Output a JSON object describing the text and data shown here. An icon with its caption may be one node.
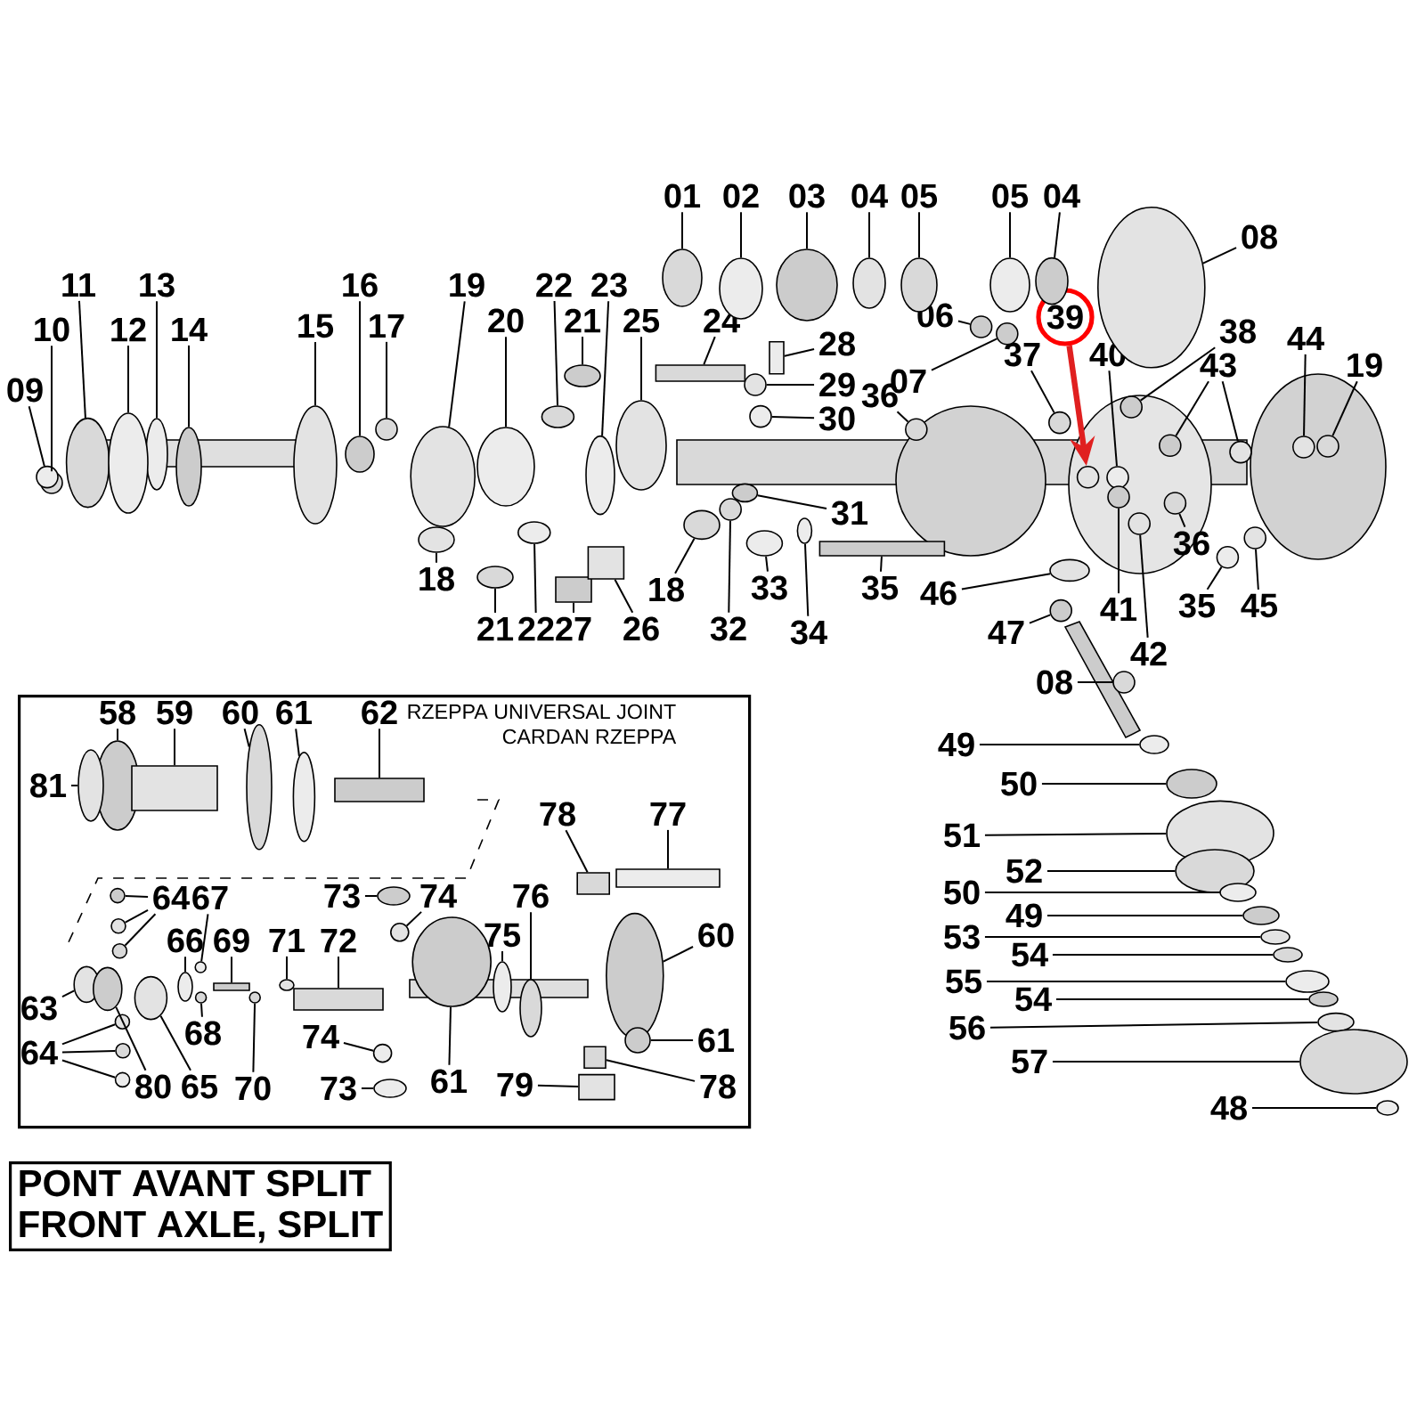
{
  "diagram": {
    "nodes": [
      {
        "text": [
          "01"
        ]
      },
      {
        "text": [
          "02"
        ]
      },
      {
        "text": [
          "03"
        ]
      },
      {
        "text": [
          "04"
        ]
      },
      {
        "text": [
          "05"
        ]
      },
      {
        "text": [
          "05"
        ]
      },
      {
        "text": [
          "04"
        ]
      },
      {
        "text": [
          "08"
        ]
      },
      {
        "text": [
          "11"
        ]
      },
      {
        "text": [
          "13"
        ]
      },
      {
        "text": [
          "16"
        ]
      },
      {
        "text": [
          "19"
        ]
      },
      {
        "text": [
          "22"
        ]
      },
      {
        "text": [
          "23"
        ]
      },
      {
        "text": [
          "06"
        ]
      },
      {
        "text": [
          "39"
        ]
      },
      {
        "text": [
          "10"
        ]
      },
      {
        "text": [
          "12"
        ]
      },
      {
        "text": [
          "14"
        ]
      },
      {
        "text": [
          "15"
        ]
      },
      {
        "text": [
          "17"
        ]
      },
      {
        "text": [
          "20"
        ]
      },
      {
        "text": [
          "21"
        ]
      },
      {
        "text": [
          "25"
        ]
      },
      {
        "text": [
          "24"
        ]
      },
      {
        "text": [
          "28"
        ]
      },
      {
        "text": [
          "38"
        ]
      },
      {
        "text": [
          "44"
        ]
      },
      {
        "text": [
          "37"
        ]
      },
      {
        "text": [
          "40"
        ]
      },
      {
        "text": [
          "43"
        ]
      },
      {
        "text": [
          "19"
        ]
      },
      {
        "text": [
          "09"
        ]
      },
      {
        "text": [
          "07"
        ]
      },
      {
        "text": [
          "29"
        ]
      },
      {
        "text": [
          "36"
        ]
      },
      {
        "text": [
          "30"
        ]
      },
      {
        "text": [
          "31"
        ]
      },
      {
        "text": [
          "18"
        ]
      },
      {
        "text": [
          "18"
        ]
      },
      {
        "text": [
          "33"
        ]
      },
      {
        "text": [
          "35"
        ]
      },
      {
        "text": [
          "46"
        ]
      },
      {
        "text": [
          "36"
        ]
      },
      {
        "text": [
          "35"
        ]
      },
      {
        "text": [
          "41"
        ]
      },
      {
        "text": [
          "45"
        ]
      },
      {
        "text": [
          "21"
        ]
      },
      {
        "text": [
          "22"
        ]
      },
      {
        "text": [
          "27"
        ]
      },
      {
        "text": [
          "26"
        ]
      },
      {
        "text": [
          "32"
        ]
      },
      {
        "text": [
          "34"
        ]
      },
      {
        "text": [
          "47"
        ]
      },
      {
        "text": [
          "42"
        ]
      },
      {
        "text": [
          "08"
        ]
      },
      {
        "text": [
          "49"
        ]
      },
      {
        "text": [
          "50"
        ]
      },
      {
        "text": [
          "51"
        ]
      },
      {
        "text": [
          "52"
        ]
      },
      {
        "text": [
          "50"
        ]
      },
      {
        "text": [
          "49"
        ]
      },
      {
        "text": [
          "53"
        ]
      },
      {
        "text": [
          "54"
        ]
      },
      {
        "text": [
          "55"
        ]
      },
      {
        "text": [
          "54"
        ]
      },
      {
        "text": [
          "56"
        ]
      },
      {
        "text": [
          "57"
        ]
      },
      {
        "text": [
          "48"
        ]
      },
      {
        "text": [
          "RZEPPA UNIVERSAL JOINT",
          "CARDAN RZEPPA"
        ]
      },
      {
        "text": [
          "58"
        ],
        "in": 69
      },
      {
        "text": [
          "59"
        ],
        "in": 69
      },
      {
        "text": [
          "60"
        ],
        "in": 69
      },
      {
        "text": [
          "61"
        ],
        "in": 69
      },
      {
        "text": [
          "62"
        ],
        "in": 69
      },
      {
        "text": [
          "81"
        ],
        "in": 69
      },
      {
        "text": [
          "78"
        ],
        "in": 69
      },
      {
        "text": [
          "77"
        ],
        "in": 69
      },
      {
        "text": [
          "64"
        ],
        "in": 69
      },
      {
        "text": [
          "67"
        ],
        "in": 69
      },
      {
        "text": [
          "73"
        ],
        "in": 69
      },
      {
        "text": [
          "74"
        ],
        "in": 69
      },
      {
        "text": [
          "76"
        ],
        "in": 69
      },
      {
        "text": [
          "66"
        ],
        "in": 69
      },
      {
        "text": [
          "69"
        ],
        "in": 69
      },
      {
        "text": [
          "71"
        ],
        "in": 69
      },
      {
        "text": [
          "72"
        ],
        "in": 69
      },
      {
        "text": [
          "75"
        ],
        "in": 69
      },
      {
        "text": [
          "60"
        ],
        "in": 69
      },
      {
        "text": [
          "63"
        ],
        "in": 69
      },
      {
        "text": [
          "68"
        ],
        "in": 69
      },
      {
        "text": [
          "74"
        ],
        "in": 69
      },
      {
        "text": [
          "61"
        ],
        "in": 69
      },
      {
        "text": [
          "64"
        ],
        "in": 69
      },
      {
        "text": [
          "80"
        ],
        "in": 69
      },
      {
        "text": [
          "65"
        ],
        "in": 69
      },
      {
        "text": [
          "70"
        ],
        "in": 69
      },
      {
        "text": [
          "73"
        ],
        "in": 69
      },
      {
        "text": [
          "61"
        ],
        "in": 69
      },
      {
        "text": [
          "79"
        ],
        "in": 69
      },
      {
        "text": [
          "78"
        ],
        "in": 69
      },
      {
        "text": [
          "PONT AVANT SPLIT",
          "FRONT AXLE, SPLIT"
        ]
      },
      {
        "text": [],
        "shape": "ellipse"
      },
      {
        "text": [],
        "shape": "ellipse"
      },
      {
        "text": [],
        "shape": "ellipse"
      },
      {
        "text": [],
        "shape": "ellipse"
      },
      {
        "text": [],
        "shape": "ellipse"
      },
      {
        "text": [],
        "shape": "ellipse"
      },
      {
        "text": [],
        "shape": "ellipse"
      },
      {
        "text": [],
        "shape": "ellipse"
      },
      {
        "text": [],
        "shape": "ellipse"
      },
      {
        "text": [],
        "shape": "ellipse"
      },
      {
        "text": [],
        "shape": "ellipse"
      },
      {
        "text": [],
        "shape": "ellipse"
      },
      {
        "text": [],
        "shape": "ellipse"
      },
      {
        "text": [],
        "shape": "ellipse"
      },
      {
        "text": [],
        "shape": "ellipse"
      },
      {
        "text": [],
        "shape": "ellipse"
      },
      {
        "text": [],
        "shape": "ellipse"
      },
      {
        "text": [],
        "shape": "ellipse"
      },
      {
        "text": [],
        "shape": "ellipse"
      },
      {
        "text": [],
        "shape": "ellipse"
      },
      {
        "text": [],
        "shape": "ellipse"
      },
      {
        "text": [],
        "shape": "ellipse"
      },
      {
        "text": [],
        "shape": "ellipse"
      },
      {
        "text": [],
        "shape": "ellipse"
      },
      {
        "text": [],
        "shape": "box"
      },
      {
        "text": [],
        "shape": "box"
      },
      {
        "text": [],
        "shape": "ellipse"
      },
      {
        "text": [],
        "shape": "ellipse"
      },
      {
        "text": [],
        "shape": "ellipse"
      },
      {
        "text": [],
        "shape": "ellipse"
      },
      {
        "text": [],
        "shape": "ellipse"
      },
      {
        "text": [],
        "shape": "ellipse"
      },
      {
        "text": [],
        "shape": "ellipse"
      },
      {
        "text": [],
        "shape": "ellipse"
      },
      {
        "text": [],
        "shape": "ellipse"
      },
      {
        "text": [],
        "shape": "ellipse"
      },
      {
        "text": [],
        "shape": "ellipse"
      },
      {
        "text": [],
        "shape": "ellipse"
      },
      {
        "text": [],
        "shape": "ellipse"
      },
      {
        "text": [],
        "shape": "ellipse"
      },
      {
        "text": [],
        "shape": "ellipse"
      },
      {
        "text": [],
        "shape": "ellipse"
      },
      {
        "text": [],
        "shape": "box"
      },
      {
        "text": [],
        "shape": "ellipse"
      },
      {
        "text": [],
        "shape": "ellipse"
      },
      {
        "text": [],
        "shape": "ellipse"
      },
      {
        "text": [],
        "shape": "ellipse"
      },
      {
        "text": [],
        "shape": "ellipse"
      },
      {
        "text": [],
        "shape": "ellipse"
      },
      {
        "text": [],
        "shape": "ellipse"
      },
      {
        "text": [],
        "shape": "box"
      },
      {
        "text": [],
        "shape": "box"
      },
      {
        "text": [],
        "shape": "ellipse"
      },
      {
        "text": [],
        "shape": "ellipse"
      },
      {
        "text": [],
        "shape": "ellipse"
      },
      {
        "text": [],
        "shape": "ellipse"
      },
      {
        "text": [],
        "shape": "ellipse"
      },
      {
        "text": [],
        "shape": "ellipse"
      },
      {
        "text": [],
        "shape": "ellipse"
      },
      {
        "text": [],
        "shape": "ellipse"
      },
      {
        "text": [],
        "shape": "ellipse"
      },
      {
        "text": [],
        "shape": "ellipse"
      },
      {
        "text": [],
        "shape": "ellipse"
      },
      {
        "text": [],
        "shape": "ellipse"
      },
      {
        "text": [],
        "shape": "ellipse"
      },
      {
        "text": [],
        "shape": "ellipse"
      },
      {
        "text": [],
        "shape": "ellipse"
      },
      {
        "text": [],
        "shape": "ellipse"
      },
      {
        "text": [],
        "shape": "ellipse"
      },
      {
        "text": [],
        "shape": "ellipse"
      },
      {
        "text": [],
        "shape": "ellipse",
        "in": 69
      },
      {
        "text": [],
        "shape": "box",
        "in": 69
      },
      {
        "text": [],
        "shape": "ellipse",
        "in": 69
      },
      {
        "text": [],
        "shape": "ellipse",
        "in": 69
      },
      {
        "text": [],
        "shape": "box",
        "in": 69
      },
      {
        "text": [],
        "shape": "ellipse",
        "in": 69
      },
      {
        "text": [],
        "shape": "box",
        "in": 69
      },
      {
        "text": [],
        "shape": "box",
        "in": 69
      },
      {
        "text": [],
        "shape": "ellipse",
        "in": 69
      },
      {
        "text": [],
        "shape": "ellipse",
        "in": 69
      },
      {
        "text": [],
        "shape": "ellipse",
        "in": 69
      },
      {
        "text": [],
        "shape": "ellipse",
        "in": 69
      },
      {
        "text": [],
        "shape": "ellipse",
        "in": 69
      },
      {
        "text": [],
        "shape": "ellipse",
        "in": 69
      },
      {
        "text": [],
        "shape": "ellipse",
        "in": 69
      },
      {
        "text": [],
        "shape": "ellipse",
        "in": 69
      },
      {
        "text": [],
        "shape": "box",
        "in": 69
      },
      {
        "text": [],
        "shape": "ellipse",
        "in": 69
      },
      {
        "text": [],
        "shape": "box",
        "in": 69
      },
      {
        "text": [],
        "shape": "ellipse",
        "in": 69
      },
      {
        "text": [],
        "shape": "ellipse",
        "in": 69
      },
      {
        "text": [],
        "shape": "ellipse",
        "in": 69
      },
      {
        "text": [],
        "shape": "ellipse",
        "in": 69
      },
      {
        "text": [],
        "shape": "ellipse",
        "in": 69
      },
      {
        "text": [],
        "shape": "ellipse",
        "in": 69
      },
      {
        "text": [],
        "shape": "ellipse",
        "in": 69
      },
      {
        "text": [],
        "shape": "ellipse",
        "in": 69
      },
      {
        "text": [],
        "shape": "ellipse",
        "in": 69
      },
      {
        "text": [],
        "shape": "ellipse",
        "in": 69
      },
      {
        "text": [],
        "shape": "ellipse",
        "in": 69
      },
      {
        "text": [],
        "shape": "ellipse",
        "in": 69
      },
      {
        "text": [],
        "shape": "ellipse",
        "in": 69
      },
      {
        "text": [],
        "shape": "ellipse",
        "in": 69
      },
      {
        "text": [],
        "shape": "box",
        "in": 69
      },
      {
        "text": [],
        "shape": "box",
        "in": 69
      }
    ],
    "edges": [
      {
        "from": 0,
        "to": 102,
        "arrow": "none"
      },
      {
        "from": 1,
        "to": 103,
        "arrow": "none"
      },
      {
        "from": 2,
        "to": 104,
        "arrow": "none"
      },
      {
        "from": 3,
        "to": 105,
        "arrow": "none"
      },
      {
        "from": 4,
        "to": 106,
        "arrow": "none"
      },
      {
        "from": 5,
        "to": 107,
        "arrow": "none"
      },
      {
        "from": 6,
        "to": 108,
        "arrow": "none"
      },
      {
        "from": 7,
        "to": 109,
        "arrow": "none"
      },
      {
        "from": 8,
        "to": 110,
        "arrow": "none"
      },
      {
        "from": 9,
        "to": 111,
        "arrow": "none"
      },
      {
        "from": 10,
        "to": 112,
        "arrow": "none"
      },
      {
        "from": 11,
        "to": 113,
        "arrow": "none"
      },
      {
        "from": 12,
        "to": 114,
        "arrow": "none"
      },
      {
        "from": 13,
        "to": 115,
        "arrow": "none"
      },
      {
        "from": 14,
        "to": 116,
        "arrow": "none"
      },
      {
        "from": 15,
        "to": 117,
        "arrow": "to",
        "style": "thick",
        "color": "#e02020"
      },
      {
        "from": 16,
        "to": 118,
        "arrow": "none"
      },
      {
        "from": 17,
        "to": 119,
        "arrow": "none"
      },
      {
        "from": 18,
        "to": 120,
        "arrow": "none"
      },
      {
        "from": 19,
        "to": 121,
        "arrow": "none"
      },
      {
        "from": 20,
        "to": 122,
        "arrow": "none"
      },
      {
        "from": 21,
        "to": 123,
        "arrow": "none"
      },
      {
        "from": 22,
        "to": 124,
        "arrow": "none"
      },
      {
        "from": 23,
        "to": 125,
        "arrow": "none"
      },
      {
        "from": 24,
        "to": 126,
        "arrow": "none"
      },
      {
        "from": 25,
        "to": 127,
        "arrow": "none"
      },
      {
        "from": 26,
        "to": 128,
        "arrow": "none"
      },
      {
        "from": 27,
        "to": 129,
        "arrow": "none"
      },
      {
        "from": 28,
        "to": 130,
        "arrow": "none"
      },
      {
        "from": 29,
        "to": 131,
        "arrow": "none"
      },
      {
        "from": 30,
        "to": 132,
        "arrow": "none"
      },
      {
        "from": 30,
        "to": 133,
        "arrow": "none"
      },
      {
        "from": 31,
        "to": 134,
        "arrow": "none"
      },
      {
        "from": 32,
        "to": 135,
        "arrow": "none"
      },
      {
        "from": 33,
        "to": 136,
        "arrow": "none"
      },
      {
        "from": 34,
        "to": 137,
        "arrow": "none"
      },
      {
        "from": 35,
        "to": 138,
        "arrow": "none"
      },
      {
        "from": 36,
        "to": 139,
        "arrow": "none"
      },
      {
        "from": 37,
        "to": 140,
        "arrow": "none"
      },
      {
        "from": 38,
        "to": 141,
        "arrow": "none"
      },
      {
        "from": 39,
        "to": 142,
        "arrow": "none"
      },
      {
        "from": 40,
        "to": 143,
        "arrow": "none"
      },
      {
        "from": 41,
        "to": 144,
        "arrow": "none"
      },
      {
        "from": 42,
        "to": 145,
        "arrow": "none"
      },
      {
        "from": 43,
        "to": 146,
        "arrow": "none"
      },
      {
        "from": 44,
        "to": 147,
        "arrow": "none"
      },
      {
        "from": 45,
        "to": 148,
        "arrow": "none"
      },
      {
        "from": 46,
        "to": 149,
        "arrow": "none"
      },
      {
        "from": 47,
        "to": 150,
        "arrow": "none"
      },
      {
        "from": 48,
        "to": 151,
        "arrow": "none"
      },
      {
        "from": 49,
        "to": 152,
        "arrow": "none"
      },
      {
        "from": 50,
        "to": 153,
        "arrow": "none"
      },
      {
        "from": 51,
        "to": 154,
        "arrow": "none"
      },
      {
        "from": 52,
        "to": 155,
        "arrow": "none"
      },
      {
        "from": 53,
        "to": 156,
        "arrow": "none"
      },
      {
        "from": 54,
        "to": 157,
        "arrow": "none"
      },
      {
        "from": 55,
        "to": 158,
        "arrow": "none"
      },
      {
        "from": 56,
        "to": 159,
        "arrow": "none"
      },
      {
        "from": 57,
        "to": 160,
        "arrow": "none"
      },
      {
        "from": 58,
        "to": 161,
        "arrow": "none"
      },
      {
        "from": 59,
        "to": 162,
        "arrow": "none"
      },
      {
        "from": 60,
        "to": 163,
        "arrow": "none"
      },
      {
        "from": 61,
        "to": 164,
        "arrow": "none"
      },
      {
        "from": 62,
        "to": 165,
        "arrow": "none"
      },
      {
        "from": 63,
        "to": 166,
        "arrow": "none"
      },
      {
        "from": 64,
        "to": 167,
        "arrow": "none"
      },
      {
        "from": 65,
        "to": 168,
        "arrow": "none"
      },
      {
        "from": 66,
        "to": 169,
        "arrow": "none"
      },
      {
        "from": 67,
        "to": 170,
        "arrow": "none"
      },
      {
        "from": 68,
        "to": 171,
        "arrow": "none"
      },
      {
        "from": 70,
        "to": 172,
        "arrow": "none"
      },
      {
        "from": 71,
        "to": 173,
        "arrow": "none"
      },
      {
        "from": 72,
        "to": 174,
        "arrow": "none"
      },
      {
        "from": 73,
        "to": 175,
        "arrow": "none"
      },
      {
        "from": 74,
        "to": 176,
        "arrow": "none"
      },
      {
        "from": 75,
        "to": 177,
        "arrow": "none"
      },
      {
        "from": 76,
        "to": 178,
        "arrow": "none"
      },
      {
        "from": 77,
        "to": 179,
        "arrow": "none"
      },
      {
        "from": 78,
        "to": 180,
        "arrow": "none"
      },
      {
        "from": 78,
        "to": 181,
        "arrow": "none"
      },
      {
        "from": 78,
        "to": 182,
        "arrow": "none"
      },
      {
        "from": 79,
        "to": 183,
        "arrow": "none"
      },
      {
        "from": 80,
        "to": 184,
        "arrow": "none"
      },
      {
        "from": 81,
        "to": 185,
        "arrow": "none"
      },
      {
        "from": 82,
        "to": 186,
        "arrow": "none"
      },
      {
        "from": 83,
        "to": 187,
        "arrow": "none"
      },
      {
        "from": 84,
        "to": 188,
        "arrow": "none"
      },
      {
        "from": 85,
        "to": 189,
        "arrow": "none"
      },
      {
        "from": 86,
        "to": 190,
        "arrow": "none"
      },
      {
        "from": 87,
        "to": 191,
        "arrow": "none"
      },
      {
        "from": 88,
        "to": 192,
        "arrow": "none"
      },
      {
        "from": 89,
        "to": 193,
        "arrow": "none"
      },
      {
        "from": 90,
        "to": 194,
        "arrow": "none"
      },
      {
        "from": 91,
        "to": 195,
        "arrow": "none"
      },
      {
        "from": 92,
        "to": 196,
        "arrow": "none"
      },
      {
        "from": 93,
        "to": 197,
        "arrow": "none"
      },
      {
        "from": 93,
        "to": 198,
        "arrow": "none"
      },
      {
        "from": 93,
        "to": 199,
        "arrow": "none"
      },
      {
        "from": 94,
        "to": 200,
        "arrow": "none"
      },
      {
        "from": 95,
        "to": 201,
        "arrow": "none"
      },
      {
        "from": 96,
        "to": 202,
        "arrow": "none"
      },
      {
        "from": 97,
        "to": 203,
        "arrow": "none"
      },
      {
        "from": 98,
        "to": 204,
        "arrow": "none"
      },
      {
        "from": 99,
        "to": 205,
        "arrow": "none"
      },
      {
        "from": 100,
        "to": 206,
        "arrow": "none"
      }
    ]
  }
}
